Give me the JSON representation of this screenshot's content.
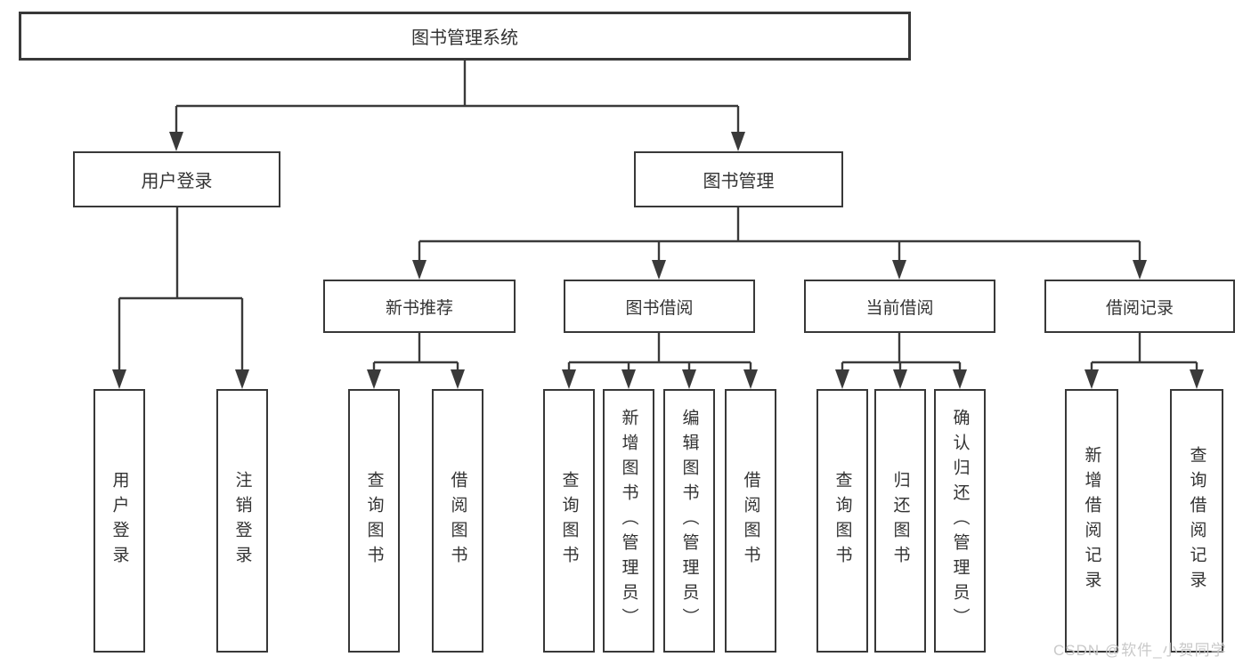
{
  "root": {
    "label": "图书管理系统"
  },
  "level2": {
    "user_login": {
      "label": "用户登录"
    },
    "book_mgmt": {
      "label": "图书管理"
    }
  },
  "level3": {
    "new_books": {
      "label": "新书推荐"
    },
    "book_borrow": {
      "label": "图书借阅"
    },
    "current_borrow": {
      "label": "当前借阅"
    },
    "borrow_records": {
      "label": "借阅记录"
    }
  },
  "leaves": {
    "user_login": [
      "用户登录",
      "注销登录"
    ],
    "new_books": [
      "查询图书",
      "借阅图书"
    ],
    "book_borrow": [
      "查询图书",
      "新增图书（管理员）",
      "编辑图书（管理员）",
      "借阅图书"
    ],
    "current_borrow": [
      "查询图书",
      "归还图书",
      "确认归还（管理员）"
    ],
    "borrow_records": [
      "新增借阅记录",
      "查询借阅记录"
    ]
  },
  "watermark": {
    "text": "CSDN @软件_小贺同学"
  },
  "colors": {
    "line": "#3a3a3a",
    "border": "#383838",
    "text": "#333333",
    "watermark": "#c9c9c9",
    "background": "#ffffff"
  }
}
